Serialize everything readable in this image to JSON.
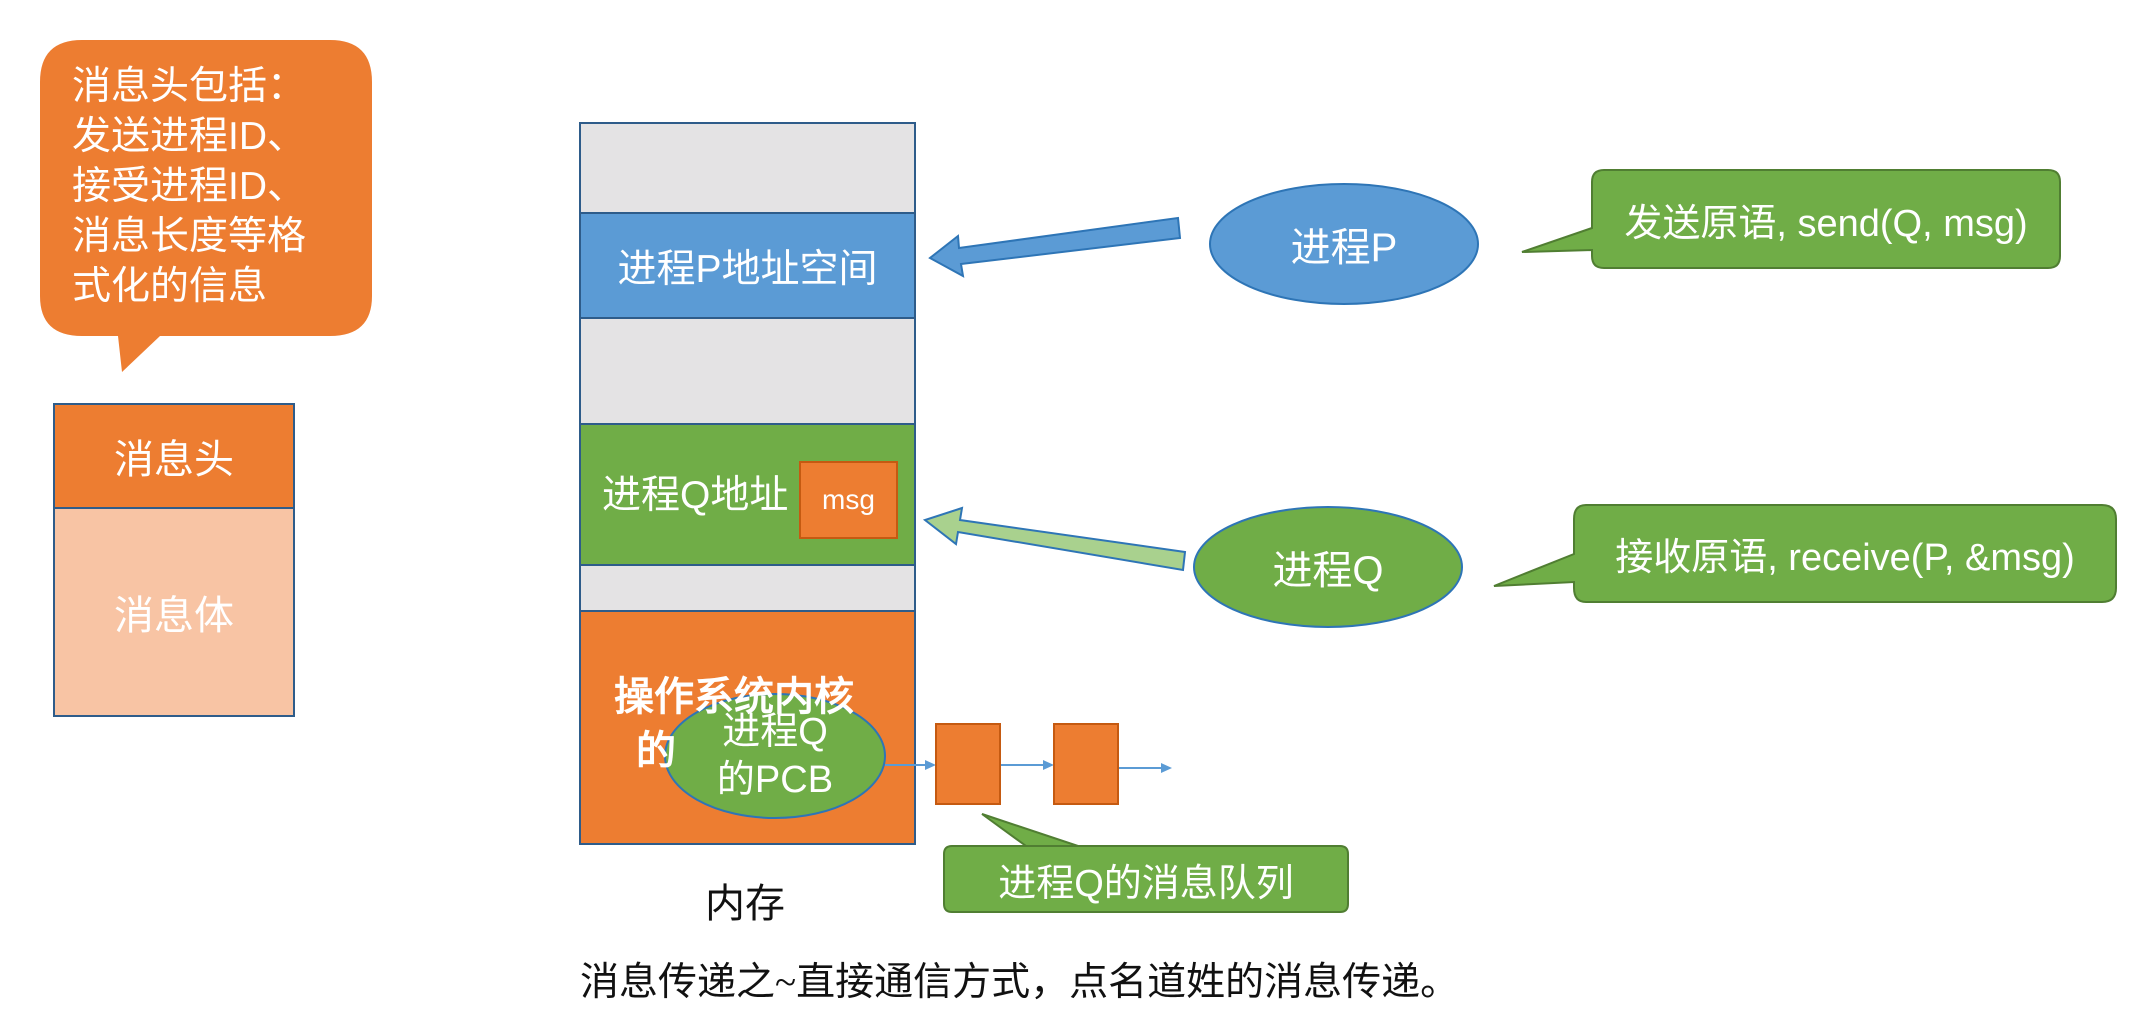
{
  "header_callout": {
    "lines": [
      "消息头包括：",
      "发送进程ID、",
      "接受进程ID、",
      "消息长度等格",
      "式化的信息"
    ]
  },
  "message_structure": {
    "head_label": "消息头",
    "body_label": "消息体"
  },
  "memory": {
    "p_space_label": "进程P地址空间",
    "q_space_label": "进程Q地址",
    "msg_label": "msg",
    "kernel_line1": "操作系统内核",
    "kernel_line2": "的",
    "caption": "内存"
  },
  "pcb": {
    "line1": "进程Q",
    "line2": "的PCB"
  },
  "process_p": {
    "label": "进程P",
    "callout": "发送原语, send(Q, msg)"
  },
  "process_q": {
    "label": "进程Q",
    "callout": "接收原语, receive(P, &msg)"
  },
  "queue_callout": "进程Q的消息队列",
  "footer_caption": "消息传递之~直接通信方式，点名道姓的消息传递。",
  "colors": {
    "orange": "#ED7D31",
    "light_orange": "#F8C4A4",
    "blue": "#5B9BD5",
    "green": "#70AD47",
    "gray": "#E4E3E4",
    "border_blue": "#2E5C8A",
    "light_green": "#A9D18E"
  }
}
